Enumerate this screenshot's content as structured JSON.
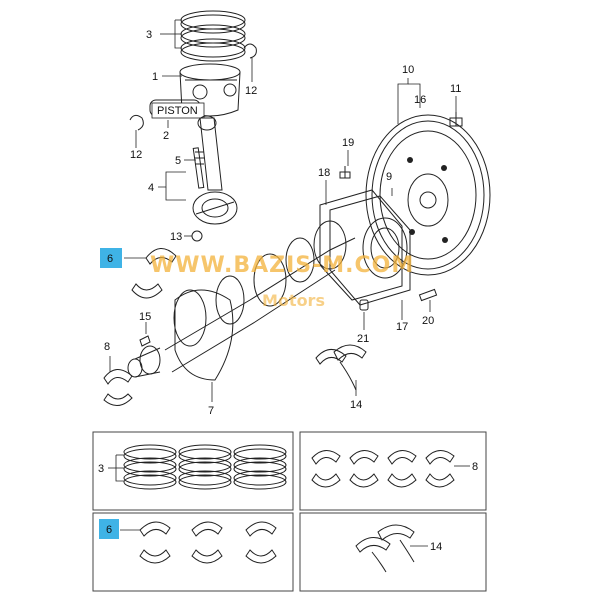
{
  "callouts": {
    "c1": "1",
    "c2": "2",
    "c3_top": "3",
    "c4": "4",
    "c5": "5",
    "c6_left": "6",
    "c7": "7",
    "c8_left": "8",
    "c9": "9",
    "c10": "10",
    "c11": "11",
    "c12_right": "12",
    "c12_left": "12",
    "c13": "13",
    "c14_mid": "14",
    "c15": "15",
    "c16": "16",
    "c17": "17",
    "c18": "18",
    "c19": "19",
    "c20": "20",
    "c21": "21",
    "c3_box": "3",
    "c8_box": "8",
    "c6_box": "6",
    "c14_box": "14"
  },
  "piston_label": "PISTON",
  "watermark": {
    "line1": "WWW.BAZIS-M.COM",
    "line2": "Motors"
  },
  "colors": {
    "highlight": "#3fb3e6",
    "watermark": "#f3b23a",
    "line": "#222222"
  }
}
